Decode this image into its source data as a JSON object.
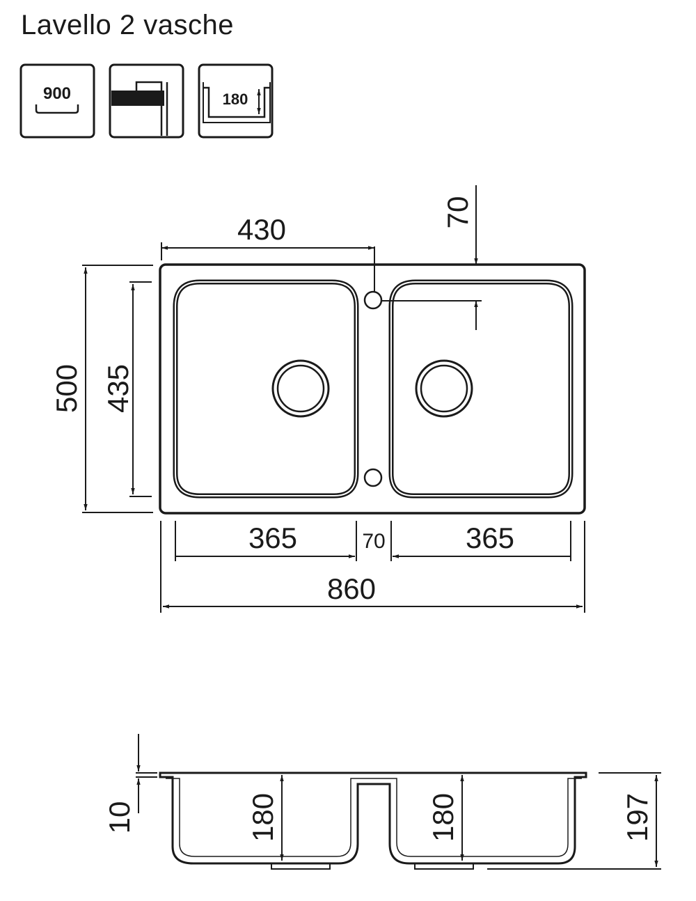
{
  "title": "Lavello 2 vasche",
  "icons": [
    {
      "name": "min-cabinet-width-icon",
      "label": "900"
    },
    {
      "name": "countertop-mount-icon",
      "label": ""
    },
    {
      "name": "bowl-depth-icon",
      "label": "180"
    }
  ],
  "top_view": {
    "overall_width": "860",
    "overall_depth": "500",
    "bowl_depth": "435",
    "left_bowl_width": "365",
    "right_bowl_width": "365",
    "divider_width": "70",
    "tap_hole_offset": "430",
    "tap_hole_from_edge": "70"
  },
  "side_view": {
    "rim_thickness": "10",
    "left_bowl_depth": "180",
    "right_bowl_depth": "180",
    "total_height": "197"
  }
}
